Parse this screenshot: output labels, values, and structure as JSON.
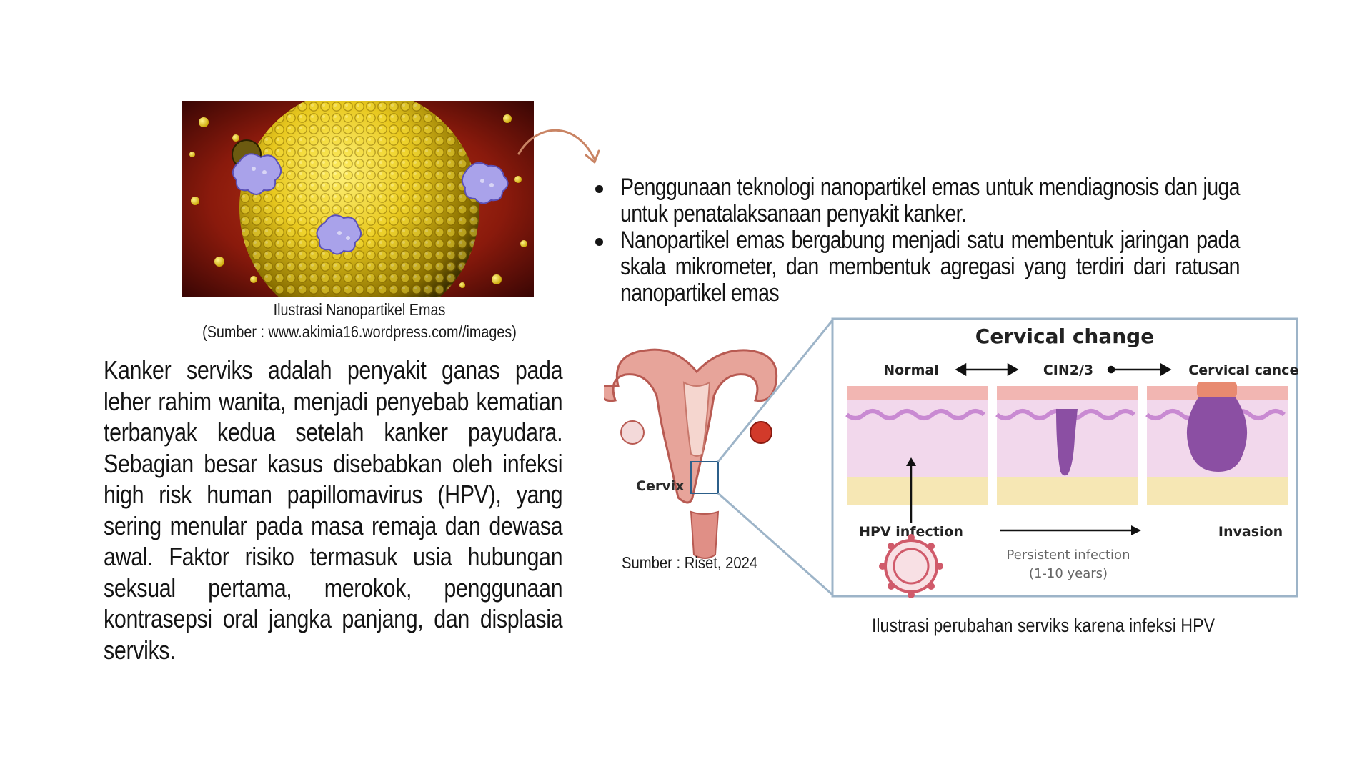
{
  "nano_figure": {
    "caption_line1": "Ilustrasi Nanopartikel Emas",
    "caption_line2": "(Sumber : www.akimia16.wordpress.com//images)"
  },
  "bullets": [
    "Penggunaan teknologi nanopartikel emas untuk mendiagnosis dan juga untuk penatalaksanaan penyakit kanker.",
    "Nanopartikel emas bergabung menjadi satu membentuk jaringan pada skala mikrometer, dan membentuk agregasi yang terdiri dari ratusan nanopartikel emas"
  ],
  "body_text": "Kanker serviks adalah penyakit ganas pada leher rahim wanita, menjadi penyebab kematian terbanyak kedua setelah kanker payudara. Sebagian besar kasus disebabkan oleh infeksi high risk human papillomavirus (HPV), yang sering menular pada masa remaja dan dewasa awal. Faktor risiko termasuk usia hubungan seksual pertama, merokok, penggunaan kontrasepsi oral jangka panjang, dan displasia serviks.",
  "cervix_figure": {
    "title": "Cervical change",
    "stage_normal": "Normal",
    "stage_cin": "CIN2/3",
    "stage_cancer": "Cervical cancer",
    "cervix_label": "Cervix",
    "hpv_label": "HPV infection",
    "persistent_line1": "Persistent infection",
    "persistent_line2": "(1-10 years)",
    "invasion_label": "Invasion",
    "source": "Sumber : Riset, 2024",
    "caption": "Ilustrasi perubahan serviks karena infeksi HPV"
  },
  "colors": {
    "gold": "#e8c81e",
    "background_red": "#8a1a0c",
    "protein": "#a9a2ea",
    "tissue_pink": "#f2d8ec",
    "tissue_wave": "#c98ad2",
    "tumor": "#8b4fa3",
    "arrow": "#c98464"
  }
}
